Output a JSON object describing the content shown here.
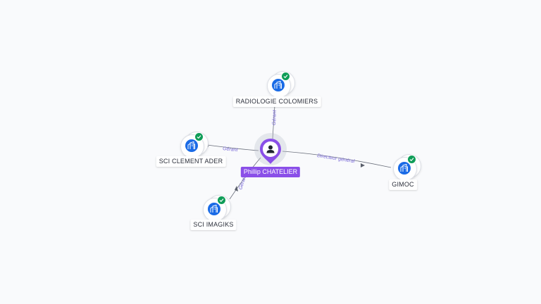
{
  "colors": {
    "background": "#f9fafc",
    "edge": "#5a5f6b",
    "edge_label": "#7a6ad8",
    "person": "#8a4fe8",
    "company_icon": "#1a6be6",
    "verified_badge": "#0f9d58"
  },
  "person": {
    "name": "Phillip CHATELIER",
    "icon": "person-pin-icon"
  },
  "companies": [
    {
      "id": "radiologie",
      "name": "RADIOLOGIE COLOMIERS",
      "icon": "company-building-icon",
      "verified": true
    },
    {
      "id": "sci-clement",
      "name": "SCI CLEMENT ADER",
      "icon": "company-building-icon",
      "verified": true
    },
    {
      "id": "sci-imagiks",
      "name": "SCI IMAGIKS",
      "icon": "company-building-icon",
      "verified": true
    },
    {
      "id": "gimoc",
      "name": "GIMOC",
      "icon": "company-building-icon",
      "verified": true
    }
  ],
  "relations": [
    {
      "from": "person",
      "to": "radiologie",
      "label": "Gérant"
    },
    {
      "from": "person",
      "to": "sci-clement",
      "label": "Gérant"
    },
    {
      "from": "person",
      "to": "sci-imagiks",
      "label": "Gérant"
    },
    {
      "from": "person",
      "to": "gimoc",
      "label": "Directeur général"
    }
  ]
}
